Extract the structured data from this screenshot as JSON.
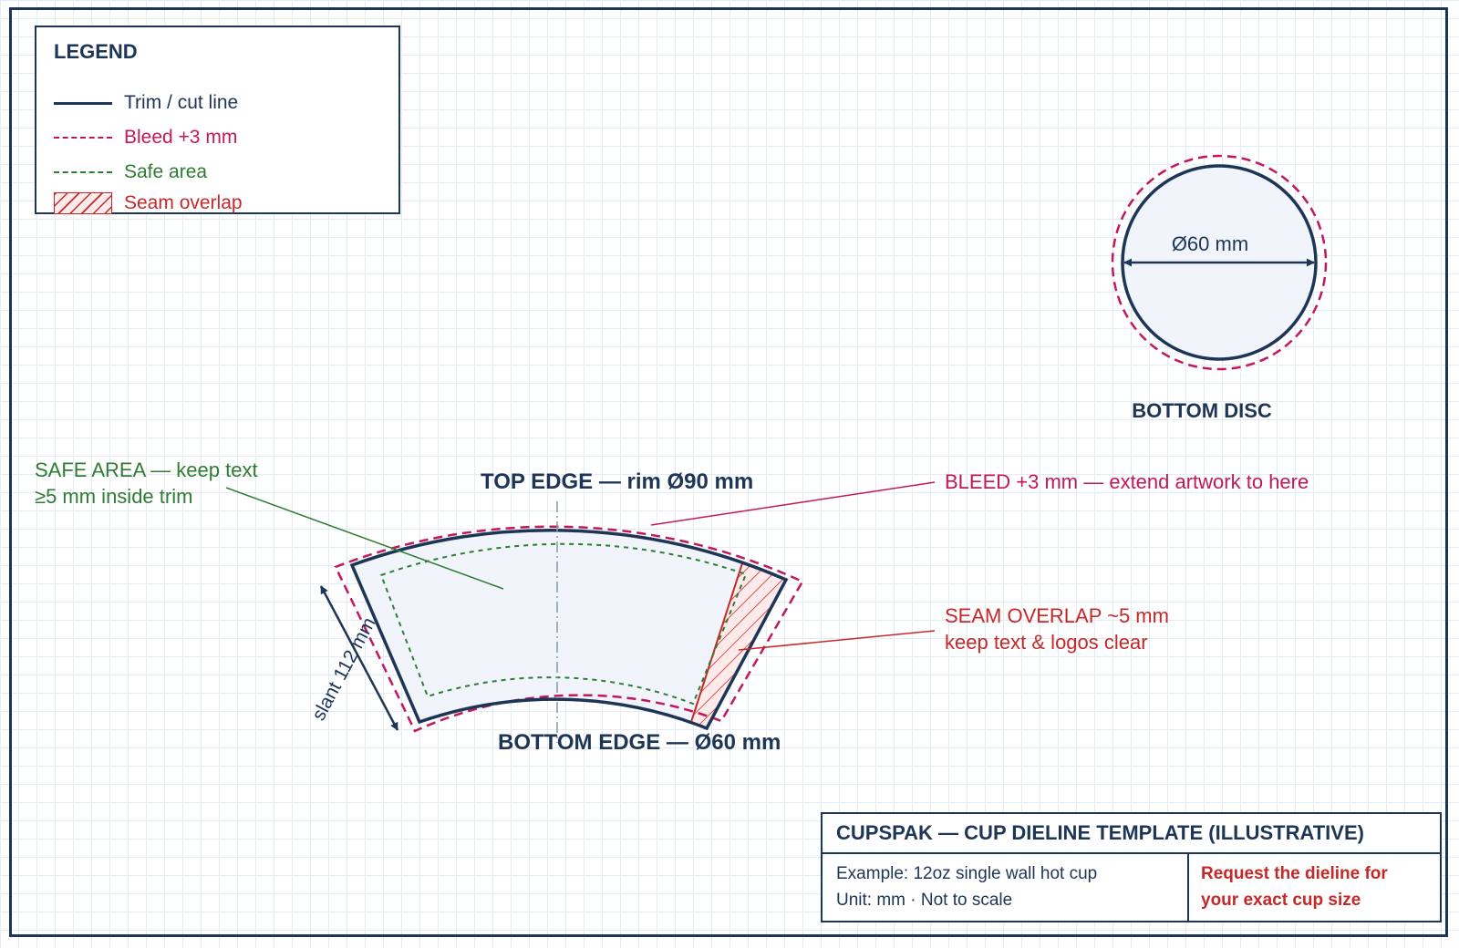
{
  "legend": {
    "title": "LEGEND",
    "items": [
      {
        "label": "Trim / cut line",
        "color": "#1d3557"
      },
      {
        "label": "Bleed +3 mm",
        "color": "#c2185b"
      },
      {
        "label": "Safe area",
        "color": "#2e7d32"
      },
      {
        "label": "Seam overlap",
        "color": "#c62828"
      }
    ]
  },
  "dieline": {
    "top_edge_label": "TOP EDGE — rim Ø90 mm",
    "bottom_edge_label": "BOTTOM EDGE — Ø60 mm",
    "slant_label": "slant 112 mm",
    "safe_callout": [
      "SAFE AREA — keep text",
      "≥5 mm inside trim"
    ],
    "bleed_callout": "BLEED +3 mm — extend artwork to here",
    "seam_callout": [
      "SEAM OVERLAP ~5 mm",
      "keep text & logos clear"
    ]
  },
  "bottom_disc": {
    "title": "BOTTOM DISC",
    "diameter_label": "Ø60 mm"
  },
  "title_block": {
    "title": "CUPSPAK — CUP DIELINE TEMPLATE (ILLUSTRATIVE)",
    "example": "Example: 12oz single wall hot cup",
    "unit": "Unit: mm · Not to scale",
    "request_lines": [
      "Request the dieline for",
      "your exact cup size"
    ]
  },
  "colors": {
    "navy": "#1d3557",
    "bleed": "#c2185b",
    "safe": "#2e7d32",
    "seam": "#c62828",
    "fill": "#f1f5fb"
  }
}
